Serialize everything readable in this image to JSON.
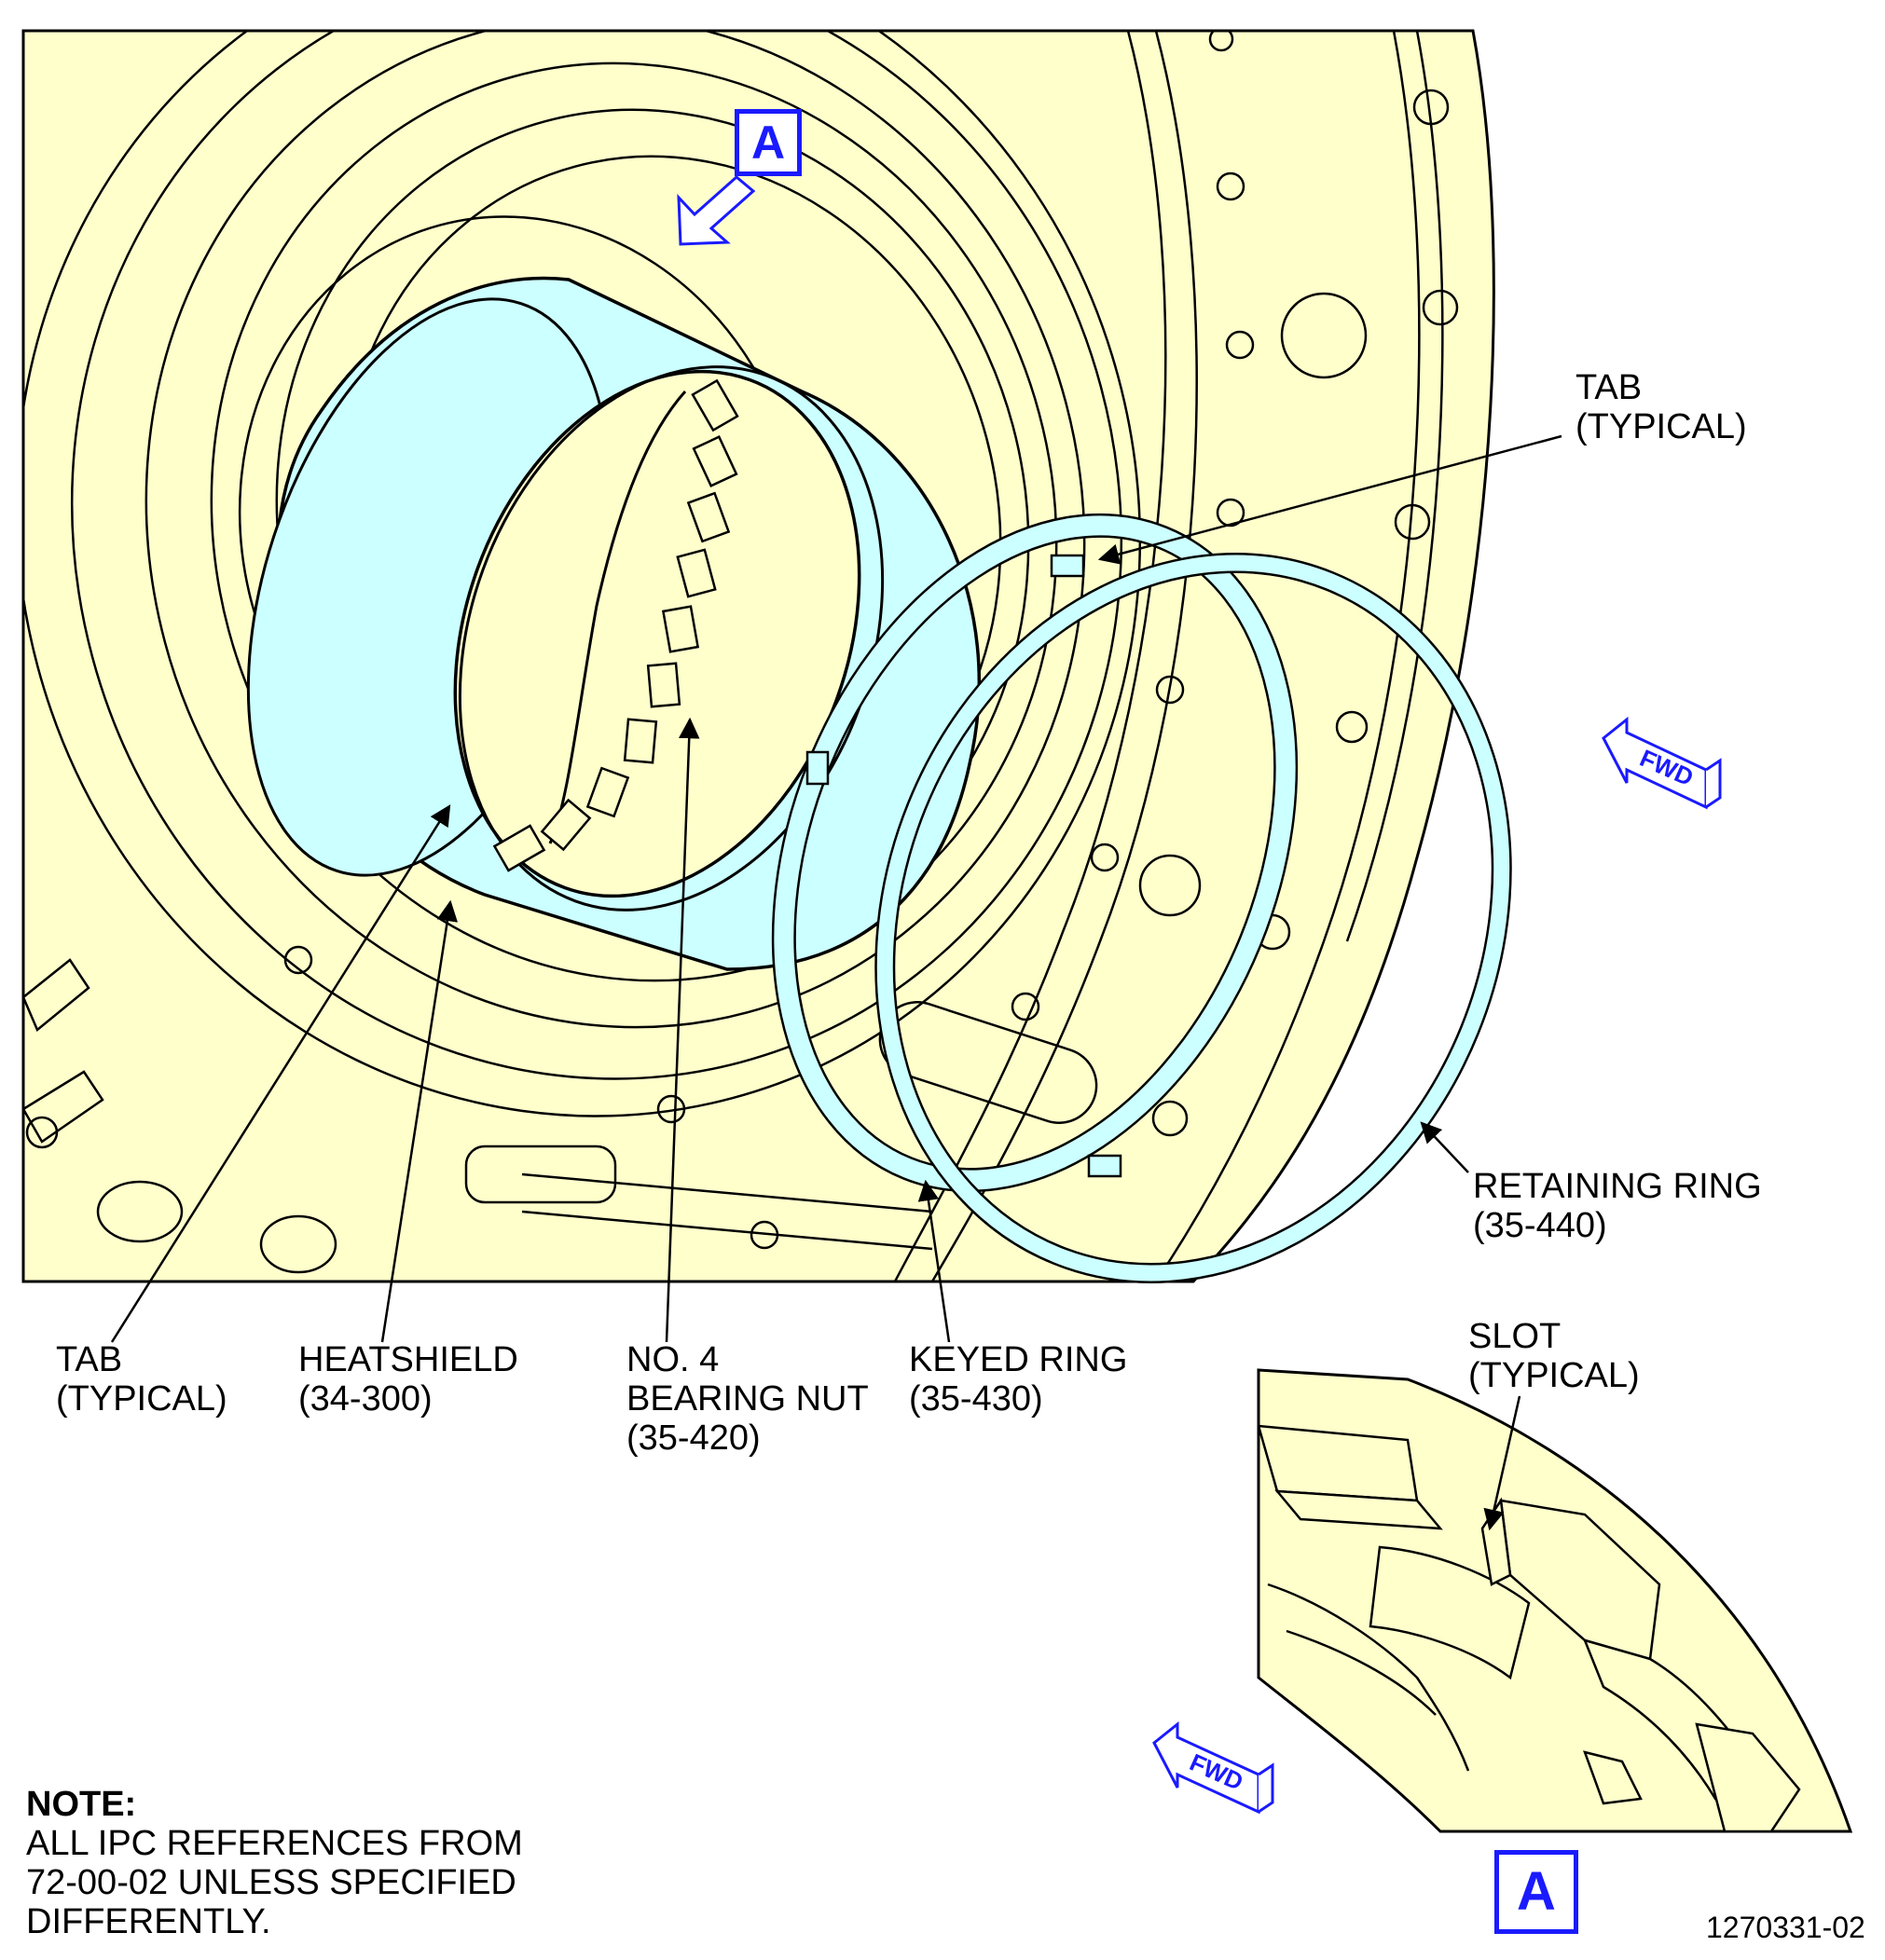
{
  "view_marker": "A",
  "fwd_label": "FWD",
  "callouts": {
    "tab_top": [
      "TAB",
      "(TYPICAL)"
    ],
    "retaining_ring": [
      "RETAINING RING",
      "(35-440)"
    ],
    "tab_left": [
      "TAB",
      "(TYPICAL)"
    ],
    "heatshield": [
      "HEATSHIELD",
      "(34-300)"
    ],
    "bearing_nut": [
      "NO. 4",
      "BEARING NUT",
      "(35-420)"
    ],
    "keyed_ring": [
      "KEYED RING",
      "(35-430)"
    ],
    "slot": [
      "SLOT",
      "(TYPICAL)"
    ]
  },
  "note": {
    "title": "NOTE:",
    "lines": [
      "ALL IPC REFERENCES FROM",
      "72-00-02 UNLESS SPECIFIED",
      "DIFFERENTLY."
    ]
  },
  "figure_number": "1270331-02",
  "colors": {
    "part_fill": "#ffffcc",
    "highlight_fill": "#ccffff",
    "marker_blue": "#1a1aff",
    "line": "#000000"
  }
}
